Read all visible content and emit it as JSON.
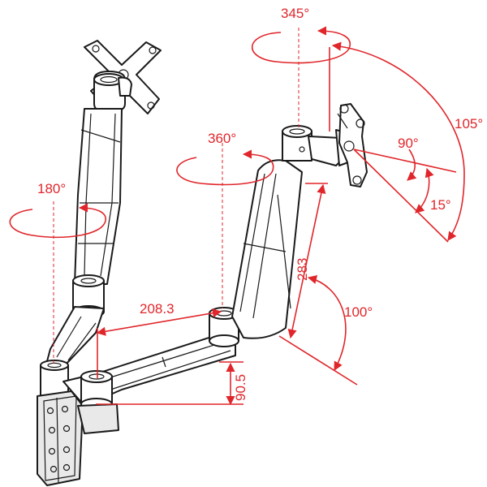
{
  "colors": {
    "annotation": "#e0262b",
    "outline": "#1a1a1a",
    "shade": "#e9e9e9"
  },
  "labels": {
    "rot_top": "345°",
    "rot_head": "360°",
    "rot_left": "180°",
    "tilt_range": "105°",
    "tilt_up": "90°",
    "tilt_down": "15°",
    "arm_angle": "100°",
    "dim_horizontal": "208.3",
    "dim_upper_arm": "283",
    "dim_height": "90.5"
  }
}
